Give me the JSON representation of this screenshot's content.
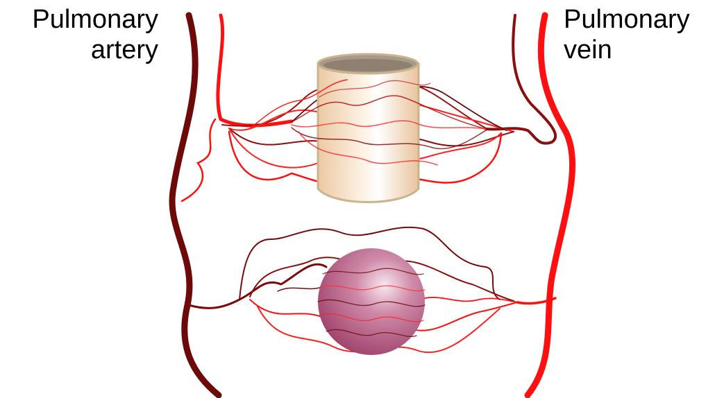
{
  "labels": {
    "artery": {
      "line1": "Pulmonary",
      "line2": "artery"
    },
    "vein": {
      "line1": "Pulmonary",
      "line2": "vein"
    }
  },
  "colors": {
    "artery": "#7a0a0a",
    "vein": "#ff1010",
    "alveolus_tube_fill": "#f6dcc2",
    "alveolus_sphere_fill": "#b04a78"
  },
  "icons": {
    "tube": "cylindrical-alveolar-duct",
    "sphere": "spherical-alveolus"
  }
}
